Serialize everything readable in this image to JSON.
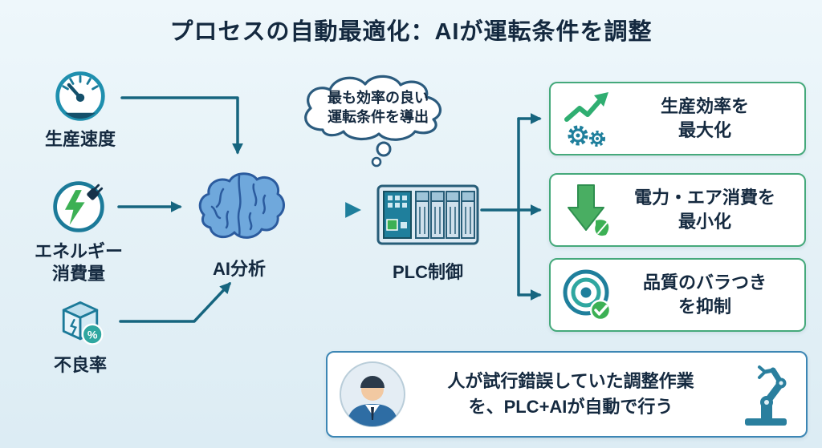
{
  "title": "プロセスの自動最適化：AIが運転条件を調整",
  "colors": {
    "background": "#e8f3f8",
    "text": "#14293f",
    "arrow": "#16657f",
    "outcome_border": "#45a97b",
    "summary_border": "#3c86b4",
    "green": "#3cb054",
    "teal": "#1f7f9c",
    "brain_blue": "#6fa8dc"
  },
  "inputs": [
    {
      "label": "生産速度",
      "icon": "gauge-icon"
    },
    {
      "label": "エネルギー\n消費量",
      "icon": "energy-icon"
    },
    {
      "label": "不良率",
      "icon": "defect-box-icon"
    }
  ],
  "ai": {
    "label": "AI分析",
    "icon": "brain-icon"
  },
  "thought": {
    "text": "最も効率の良い\n運転条件を導出",
    "icon": "thought-cloud"
  },
  "plc": {
    "label": "PLC制御",
    "icon": "plc-icon"
  },
  "outcomes": [
    {
      "label": "生産効率を\n最大化",
      "icon": "growth-gears-icon"
    },
    {
      "label": "電力・エア消費を\n最小化",
      "icon": "reduce-leaf-icon"
    },
    {
      "label": "品質のバラつき\nを抑制",
      "icon": "target-check-icon"
    }
  ],
  "summary": {
    "text": "人が試行錯誤していた調整作業\nを、PLC+AIが自動で行う",
    "icons": [
      "worker-icon",
      "robot-arm-icon"
    ]
  }
}
